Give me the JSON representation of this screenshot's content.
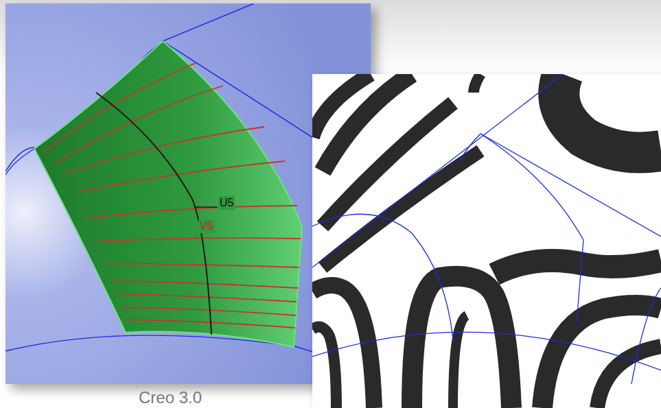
{
  "diagram": {
    "labels": [
      "U5",
      "V5",
      "Creo 3.0"
    ]
  }
}
